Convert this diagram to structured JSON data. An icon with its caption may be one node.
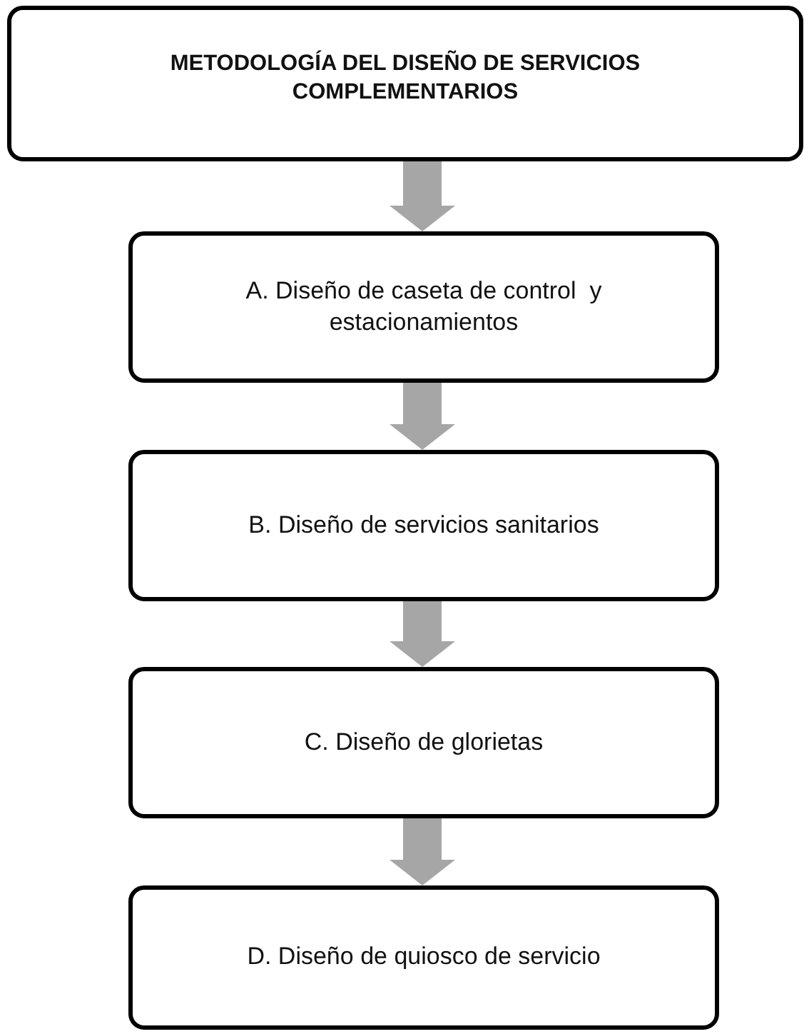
{
  "diagram": {
    "nodes": [
      {
        "text": [
          "METODOLOGÍA DEL DISEÑO DE SERVICIOS COMPLEMENTARIOS"
        ]
      },
      {
        "text": [
          "A. Diseño de caseta de control  y estacionamientos"
        ]
      },
      {
        "text": [
          "B. Diseño de servicios sanitarios"
        ]
      },
      {
        "text": [
          "C. Diseño de glorietas"
        ]
      },
      {
        "text": [
          "D. Diseño de quiosco de servicio"
        ]
      }
    ],
    "edges": [
      {
        "from": 0,
        "to": 1,
        "arrow": "to"
      },
      {
        "from": 1,
        "to": 2,
        "arrow": "to"
      },
      {
        "from": 2,
        "to": 3,
        "arrow": "to"
      },
      {
        "from": 3,
        "to": 4,
        "arrow": "to"
      }
    ]
  }
}
